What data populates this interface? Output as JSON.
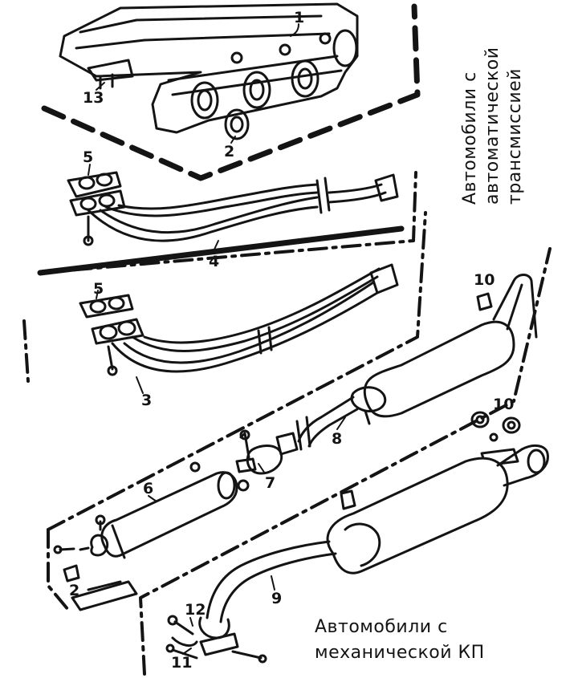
{
  "captions": {
    "automatic_line1": "Автомобили с",
    "automatic_line2": "автоматической",
    "automatic_line3": "трансмиссией",
    "manual_line1": "Автомобили с",
    "manual_line2": "механической КП"
  },
  "callouts": {
    "c1": "1",
    "c2_top": "2",
    "c13": "13",
    "c5_top": "5",
    "c4": "4",
    "c5_mid": "5",
    "c3": "3",
    "c10_top": "10",
    "c8": "8",
    "c10_right": "10",
    "c6": "6",
    "c7": "7",
    "c2_bottom": "2",
    "c9": "9",
    "c12": "12",
    "c11": "11"
  },
  "colors": {
    "ink": "#141414",
    "paper": "#ffffff"
  }
}
